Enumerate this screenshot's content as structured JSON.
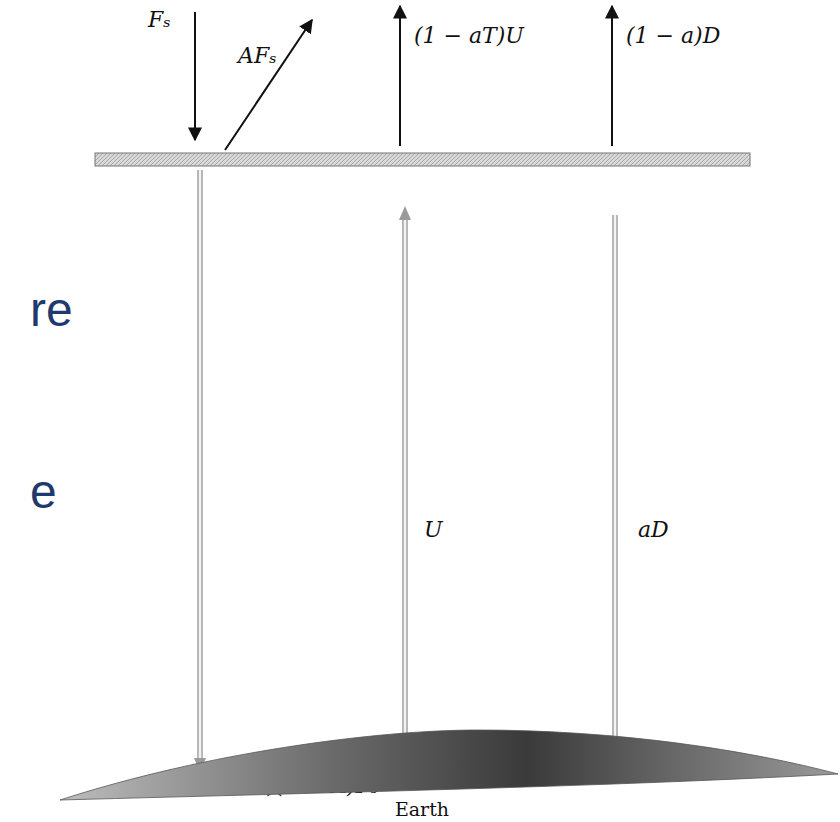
{
  "diagram": {
    "nodes": [
      {
        "text": [
          "Earth"
        ]
      }
    ],
    "labels": [
      "Fₛ",
      "AFₛ",
      "(1 − aT)U",
      "(1 − a)D",
      "U",
      "aD",
      "(1 − aₛ)(1 − A)Fₛ",
      "re",
      "e"
    ]
  }
}
